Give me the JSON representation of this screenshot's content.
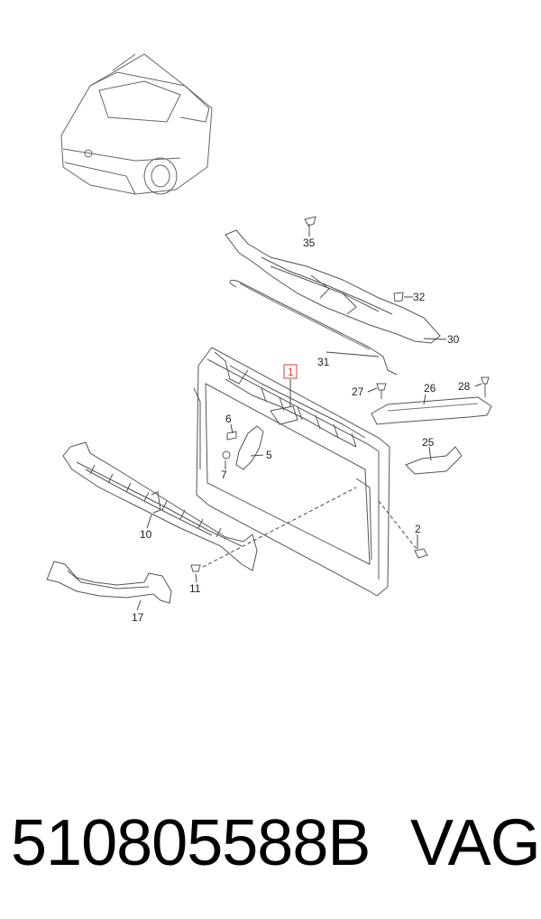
{
  "diagram": {
    "callouts": {
      "c35": "35",
      "c32": "32",
      "c30": "30",
      "c31": "31",
      "c1": "1",
      "c27": "27",
      "c26": "26",
      "c28": "28",
      "c6": "6",
      "c5": "5",
      "c7": "7",
      "c25": "25",
      "c2": "2",
      "c10": "10",
      "c11": "11",
      "c17": "17"
    }
  },
  "footer": {
    "part_number": "510805588B",
    "brand": "VAG"
  }
}
